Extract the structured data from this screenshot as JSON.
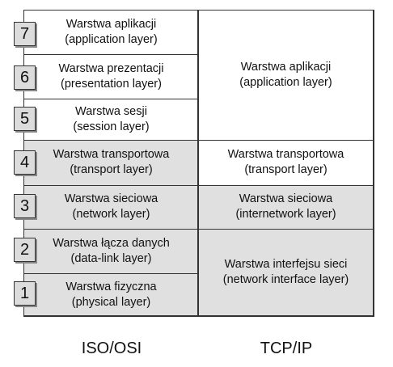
{
  "osi": {
    "column_title": "ISO/OSI",
    "layers": [
      {
        "number": "7",
        "name": "Warstwa aplikacji",
        "english": "(application layer)"
      },
      {
        "number": "6",
        "name": "Warstwa prezentacji",
        "english": "(presentation layer)"
      },
      {
        "number": "5",
        "name": "Warstwa sesji",
        "english": "(session layer)"
      },
      {
        "number": "4",
        "name": "Warstwa transportowa",
        "english": "(transport layer)"
      },
      {
        "number": "3",
        "name": "Warstwa sieciowa",
        "english": "(network layer)"
      },
      {
        "number": "2",
        "name": "Warstwa łącza danych",
        "english": "(data-link layer)"
      },
      {
        "number": "1",
        "name": "Warstwa fizyczna",
        "english": "(physical layer)"
      }
    ]
  },
  "tcpip": {
    "column_title": "TCP/IP",
    "layers": [
      {
        "name": "Warstwa aplikacji",
        "english": "(application layer)"
      },
      {
        "name": "Warstwa transportowa",
        "english": "(transport layer)"
      },
      {
        "name": "Warstwa sieciowa",
        "english": "(internetwork layer)"
      },
      {
        "name": "Warstwa interfejsu sieci",
        "english": "(network interface layer)"
      }
    ]
  },
  "colors": {
    "shaded_fill": "#e0e0e0",
    "white_fill": "#ffffff",
    "line": "#333333"
  }
}
